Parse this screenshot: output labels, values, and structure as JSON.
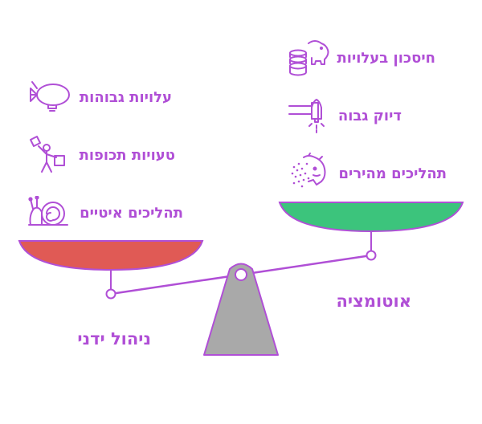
{
  "colors": {
    "purple": "#b04fd6",
    "pan_left": "#e05a55",
    "pan_right": "#3cc47c",
    "fulcrum": "#a9a9a9"
  },
  "left": {
    "label": "ניהול ידני",
    "items": [
      {
        "text": "עלויות גבוהות",
        "icon": "blimp-icon"
      },
      {
        "text": "טעויות תכופות",
        "icon": "juggler-icon"
      },
      {
        "text": "תהליכים איטיים",
        "icon": "snail-icon"
      }
    ]
  },
  "right": {
    "label": "אוטומציה",
    "items": [
      {
        "text": "חיסכון בעלויות",
        "icon": "piggy-bank-icon"
      },
      {
        "text": "דיוק גבוה",
        "icon": "laser-icon"
      },
      {
        "text": "תהליכים מהירים",
        "icon": "cheetah-icon"
      }
    ]
  }
}
